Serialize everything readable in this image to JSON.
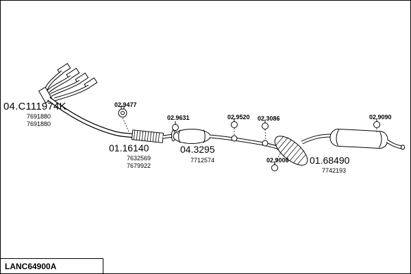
{
  "drawing_code": "LANC64900A",
  "parts": [
    {
      "code": "04.C111974K",
      "numbers": [
        "7691880",
        "7691880"
      ]
    },
    {
      "code": "02.9477",
      "numbers": []
    },
    {
      "code": "02.9631",
      "numbers": []
    },
    {
      "code": "01.16140",
      "numbers": [
        "7632569",
        "7679922"
      ]
    },
    {
      "code": "04.3295",
      "numbers": [
        "7712574"
      ]
    },
    {
      "code": "02.9520",
      "numbers": []
    },
    {
      "code": "02.3086",
      "numbers": []
    },
    {
      "code": "02.9006",
      "numbers": []
    },
    {
      "code": "01.68490",
      "numbers": [
        "7742193"
      ]
    },
    {
      "code": "02.9090",
      "numbers": []
    }
  ]
}
